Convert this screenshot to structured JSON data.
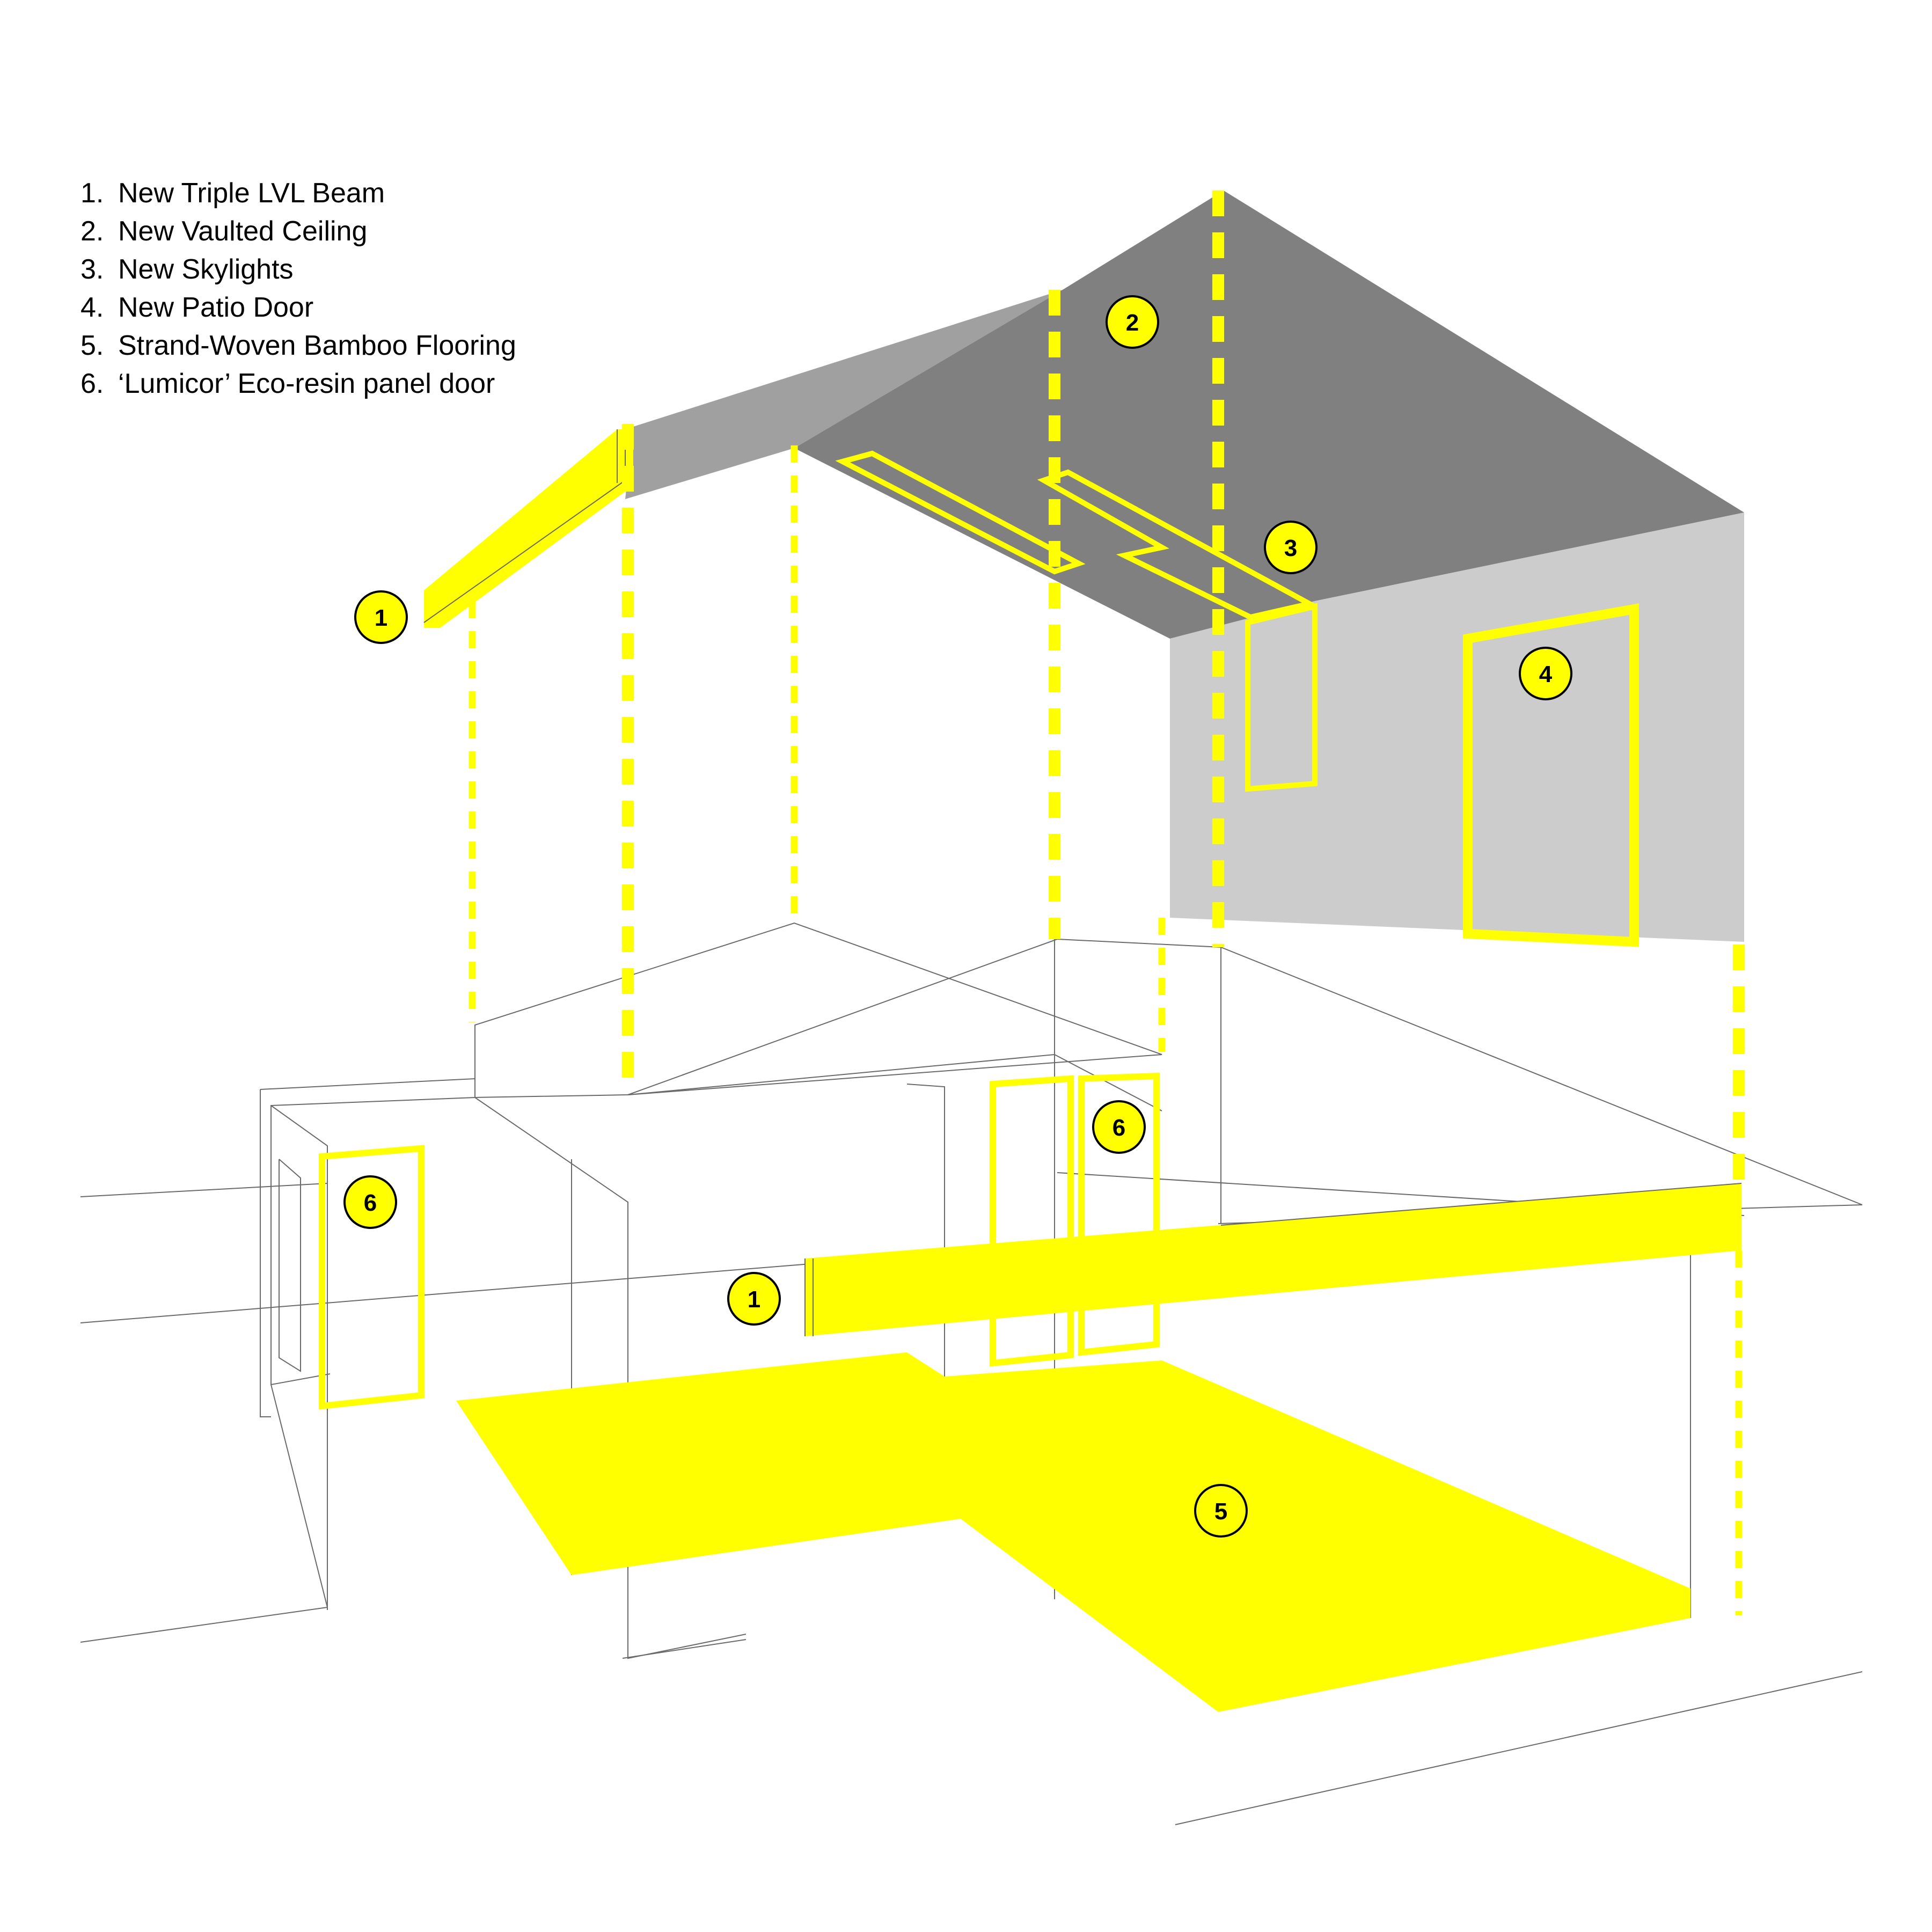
{
  "colors": {
    "accent": "#ffff00",
    "roof_light": "#a0a0a0",
    "roof_dark": "#808080",
    "wall_grey": "#cccccc",
    "line": "#6a6a6a",
    "white": "#ffffff"
  },
  "legend": [
    {
      "num": "1.",
      "label": "New Triple LVL Beam"
    },
    {
      "num": "2.",
      "label": "New Vaulted Ceiling"
    },
    {
      "num": "3.",
      "label": "New Skylights"
    },
    {
      "num": "4.",
      "label": "New Patio Door"
    },
    {
      "num": "5.",
      "label": "Strand-Woven Bamboo Flooring"
    },
    {
      "num": "6.",
      "label": "‘Lumicor’ Eco-resin panel door"
    }
  ],
  "callouts": [
    {
      "id": "beam-upper",
      "label": "1"
    },
    {
      "id": "ceiling",
      "label": "2"
    },
    {
      "id": "skylights",
      "label": "3"
    },
    {
      "id": "patio-door",
      "label": "4"
    },
    {
      "id": "flooring",
      "label": "5"
    },
    {
      "id": "door-right",
      "label": "6"
    },
    {
      "id": "door-left",
      "label": "6"
    },
    {
      "id": "beam-lower",
      "label": "1"
    }
  ]
}
